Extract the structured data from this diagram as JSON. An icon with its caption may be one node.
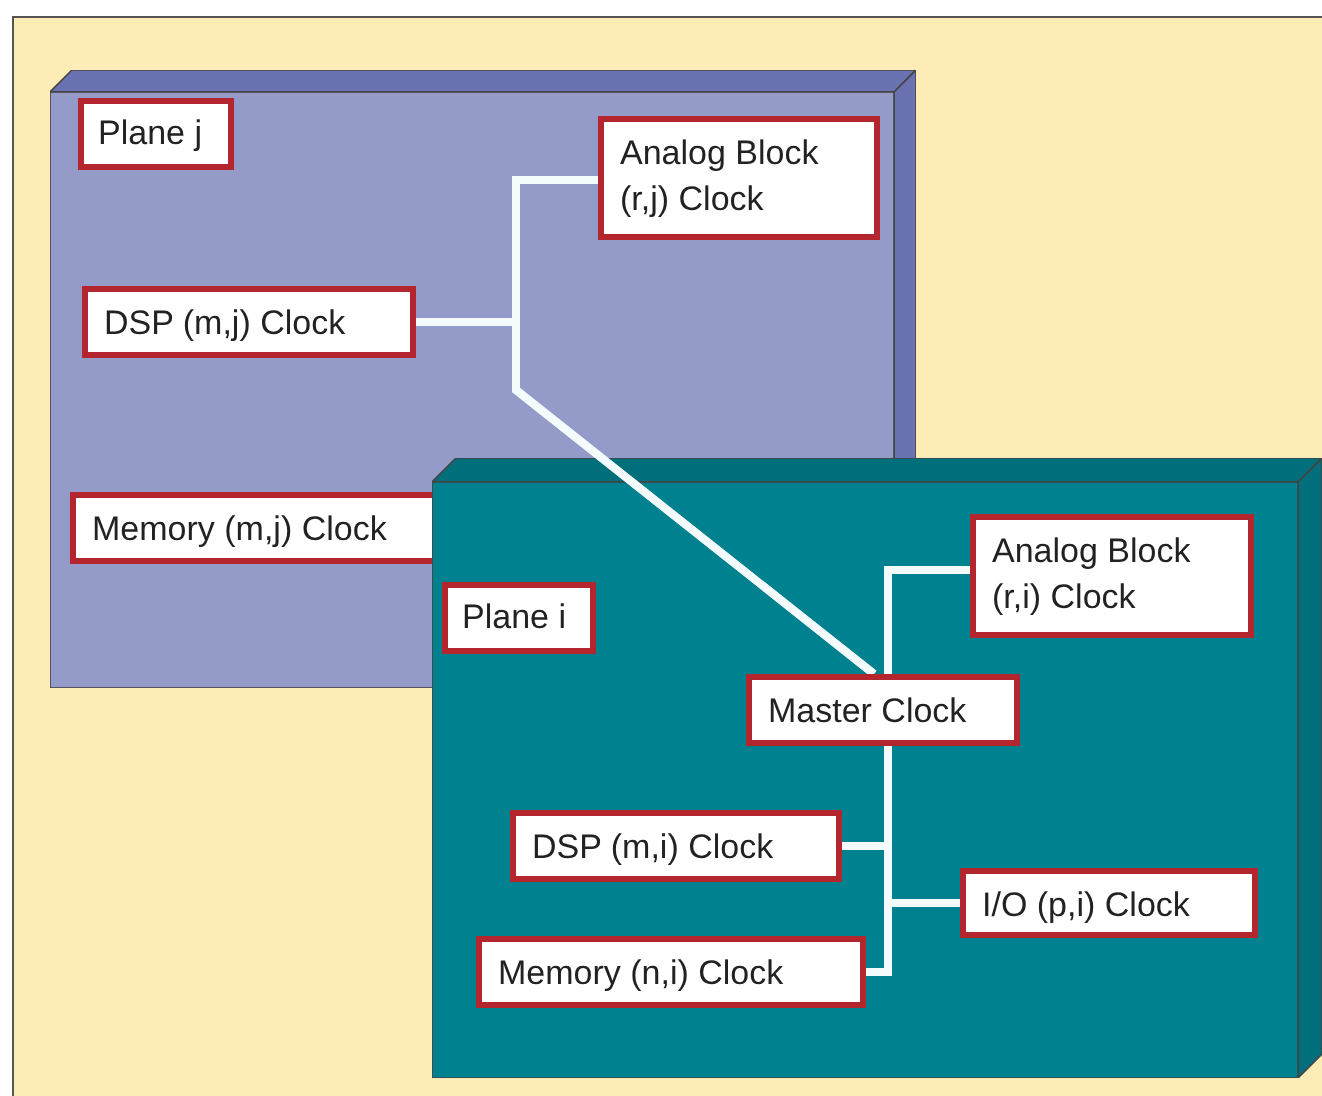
{
  "diagram": {
    "nodes": [
      {
        "text": [],
        "shape": "box"
      },
      {
        "text": [
          "Plane j"
        ],
        "in": 0
      },
      {
        "text": [
          "Analog Block (r,j) Clock"
        ],
        "in": 0
      },
      {
        "text": [
          "DSP (m,j) Clock"
        ],
        "in": 0
      },
      {
        "text": [
          "Memory (m,j) Clock"
        ],
        "in": 0
      },
      {
        "text": [],
        "shape": "box"
      },
      {
        "text": [
          "Plane i"
        ]
      },
      {
        "text": [
          "Analog Block (r,i) Clock"
        ],
        "in": 5
      },
      {
        "text": [
          "Master Clock"
        ],
        "in": 5
      },
      {
        "text": [
          "DSP (m,i) Clock"
        ],
        "in": 5
      },
      {
        "text": [
          "I/O (p,i) Clock"
        ],
        "in": 5
      },
      {
        "text": [
          "Memory (n,i) Clock"
        ],
        "in": 5
      }
    ],
    "edges": [
      {
        "from": 8,
        "to": 2,
        "arrow": "none"
      },
      {
        "from": 8,
        "to": 3,
        "arrow": "none"
      },
      {
        "from": 8,
        "to": 7,
        "arrow": "none"
      },
      {
        "from": 8,
        "to": 9,
        "arrow": "none"
      },
      {
        "from": 8,
        "to": 10,
        "arrow": "none"
      },
      {
        "from": 8,
        "to": 11,
        "arrow": "none"
      }
    ]
  }
}
